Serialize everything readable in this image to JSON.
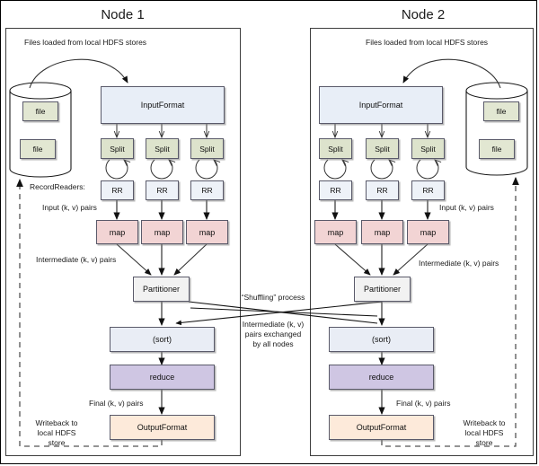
{
  "diagram": {
    "title_node1": "Node 1",
    "title_node2": "Node 2",
    "labels": {
      "files_loaded": "Files loaded from local HDFS stores",
      "recordreaders": "RecordReaders:",
      "input_pairs": "Input (k, v) pairs",
      "intermediate_pairs": "Intermediate (k, v) pairs",
      "final_pairs": "Final (k, v) pairs",
      "writeback_line1": "Writeback to",
      "writeback_line2": "local HDFS",
      "writeback_line3": "store",
      "shuffling": "“Shuffling” process",
      "exchange_line1": "Intermediate (k, v)",
      "exchange_line2": "pairs exchanged",
      "exchange_line3": "by all nodes"
    },
    "boxes": {
      "inputformat": "InputFormat",
      "split": "Split",
      "rr": "RR",
      "map": "map",
      "partitioner": "Partitioner",
      "sort": "(sort)",
      "reduce": "reduce",
      "outputformat": "OutputFormat",
      "file": "file"
    },
    "colors": {
      "inputformat": "#e8eef7",
      "split": "#dde3cc",
      "rr": "#eef2f8",
      "map": "#f2d4d4",
      "partitioner": "#f2f2f2",
      "sort": "#e9edf5",
      "reduce": "#cfc6e3",
      "outputformat": "#fdeada",
      "file": "#e2e7d2",
      "stroke": "#3d3d3d",
      "background": "#ffffff"
    }
  }
}
